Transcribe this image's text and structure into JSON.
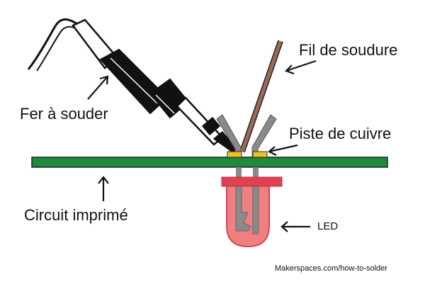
{
  "labels": {
    "solder_wire": "Fil de soudure",
    "soldering_iron": "Fer à souder",
    "copper_track": "Piste de cuivre",
    "circuit_board": "Circuit imprimé",
    "led": "LED",
    "credit": "Makerspaces.com/how-to-solder"
  },
  "colors": {
    "board": "#1e8a3c",
    "copper_pad": "#f0c020",
    "led_body": "#f08080",
    "led_rim": "#e04050",
    "led_leads": "#8a8a8a",
    "solder_wire": "#9b6a57",
    "iron": "#111111",
    "outline": "#222222"
  },
  "icons": [
    "arrow-icon"
  ]
}
